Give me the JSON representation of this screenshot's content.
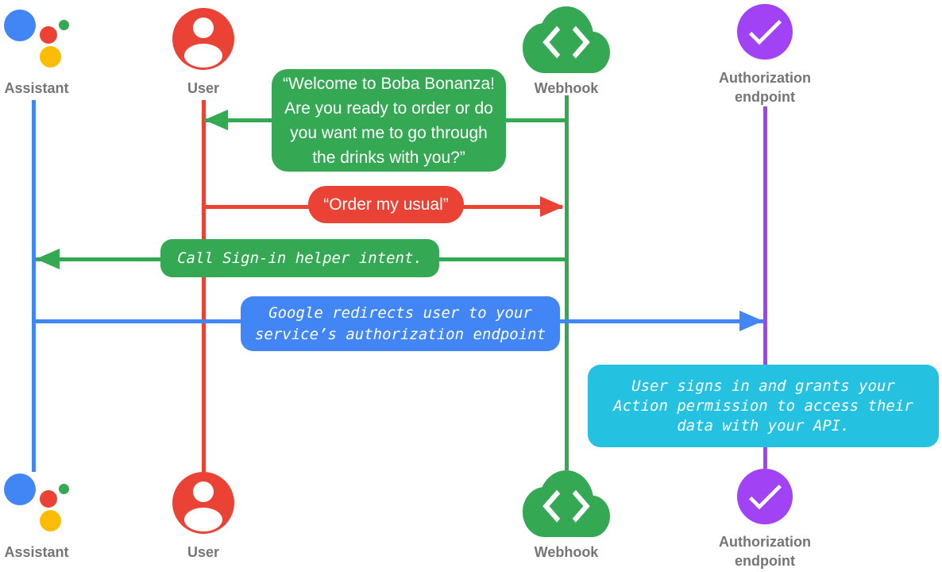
{
  "actors": {
    "assistant": {
      "label": "Assistant"
    },
    "user": {
      "label": "User"
    },
    "webhook": {
      "label": "Webhook"
    },
    "auth_endpoint": {
      "label_line1": "Authorization",
      "label_line2": "endpoint"
    }
  },
  "messages": {
    "welcome": {
      "from": "webhook",
      "to": "user",
      "lines": [
        "“Welcome to Boba Bonanza!",
        "Are you ready to order or do",
        "you want me to go through",
        "the drinks with you?”"
      ]
    },
    "order": {
      "from": "user",
      "to": "webhook",
      "text": "“Order my usual”"
    },
    "signin": {
      "from": "webhook",
      "to": "assistant",
      "text": "Call Sign-in helper intent."
    },
    "redirect": {
      "from": "assistant",
      "to": "auth_endpoint",
      "lines": [
        "Google redirects user to your",
        "service’s authorization endpoint"
      ]
    },
    "grant": {
      "at": "auth_endpoint",
      "lines": [
        "User signs in and grants your",
        "Action permission to access their",
        "data with your API."
      ]
    }
  },
  "icons": {
    "assistant": "google-assistant-logo",
    "user": "account-circle",
    "webhook": "cloud-code",
    "auth_endpoint": "check-circle"
  },
  "colors": {
    "blue": "#4285F4",
    "red": "#EA4335",
    "green": "#34A853",
    "yellow": "#FBBC04",
    "purple": "#A142F4",
    "cyan": "#24C1E0",
    "label_gray": "#757575"
  }
}
